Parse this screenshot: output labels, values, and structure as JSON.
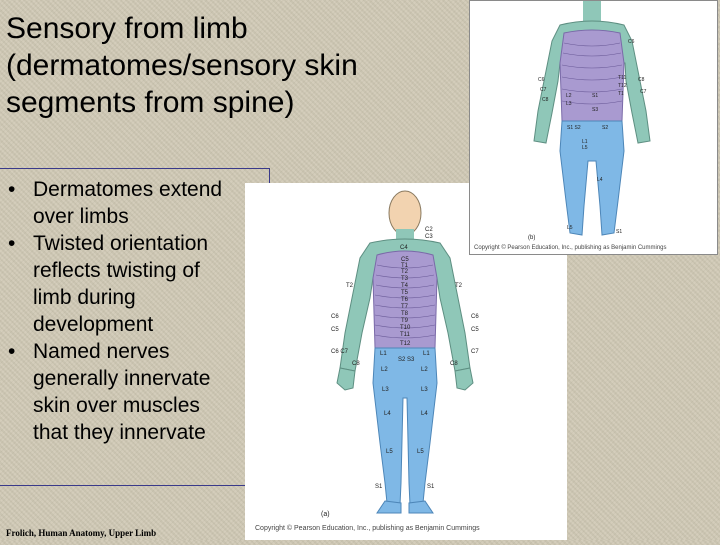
{
  "title_lines": [
    "Sensory from limb",
    "(dermatomes/sensory skin",
    "segments from spine)"
  ],
  "bullets": [
    {
      "symbol": "•",
      "lines": [
        "Dermatomes extend",
        "over limbs"
      ]
    },
    {
      "symbol": "•",
      "lines": [
        "Twisted orientation",
        "reflects twisting of",
        "limb during",
        "development"
      ]
    },
    {
      "symbol": "•",
      "lines": [
        "Named nerves",
        "generally innervate",
        "skin over muscles",
        "that they innervate"
      ]
    }
  ],
  "footer": "Frolich, Human Anatomy, Upper Limb",
  "figure_front": {
    "panel_label": "(a)",
    "copyright": "Copyright © Pearson Education, Inc., publishing as Benjamin Cummings",
    "labels": {
      "c2": "C2",
      "c3": "C3",
      "c4": "C4",
      "c5": "C5",
      "t1": "T1",
      "t2": "T2",
      "t3": "T3",
      "t4": "T4",
      "t5": "T5",
      "t6": "T6",
      "t7": "T7",
      "t8": "T8",
      "t9": "T9",
      "t10": "T10",
      "t11": "T11",
      "t12": "T12",
      "t2_left": "T2",
      "t2_right": "T2",
      "c6_left": "C6",
      "c6_right": "C6",
      "c5_left": "C5",
      "c5_right": "C5",
      "c8_left": "C8",
      "c8_right": "C8",
      "c6c7_left": "C6 C7",
      "c7_right": "C7",
      "s2s3": "S2 S3",
      "l1_left": "L1",
      "l1_right": "L1",
      "l2_left": "L2",
      "l2_right": "L2",
      "l3_left": "L3",
      "l3_right": "L3",
      "l4_left": "L4",
      "l4_right": "L4",
      "l5_left": "L5",
      "l5_right": "L5",
      "s1_left": "S1",
      "s1_right": "S1"
    }
  },
  "figure_back": {
    "panel_label": "(b)",
    "copyright": "Copyright © Pearson Education, Inc., publishing as Benjamin Cummings",
    "labels": {
      "c6": "C6",
      "c6_left": "C6",
      "c8_right": "C8",
      "c7_left": "C7",
      "c8_left": "C8",
      "t1": "T1",
      "l2": "L2",
      "l3": "L3",
      "l5": "L5",
      "s1": "S1",
      "s2": "S2",
      "s1s2_left": "S1 S2",
      "l1": "L1",
      "l4": "L4",
      "l5_left": "L5",
      "s1_bottom": "S1",
      "c7_right": "C7",
      "t11": "T11",
      "t12": "T12",
      "s3": "S3"
    }
  }
}
